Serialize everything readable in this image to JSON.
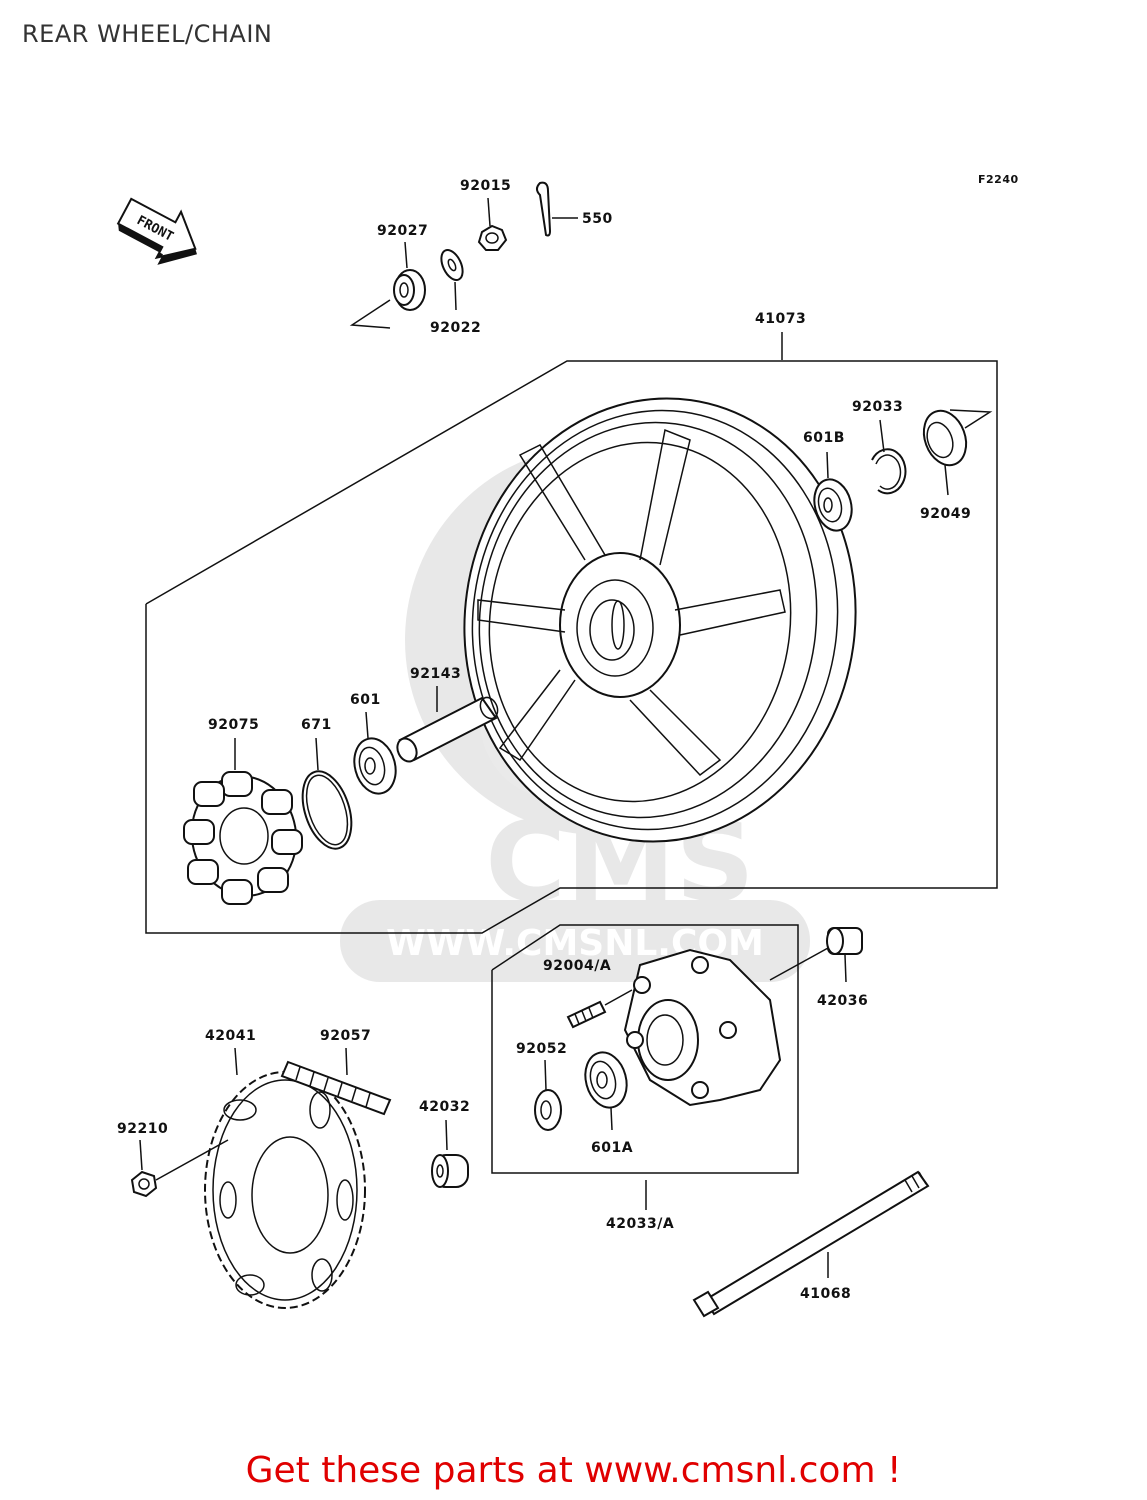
{
  "title": "REAR WHEEL/CHAIN",
  "figure_code": "F2240",
  "front_arrow_text": "FRONT",
  "watermark": {
    "brand": "CMS",
    "url": "WWW.CMSNL.COM"
  },
  "parts": {
    "p92015": "92015",
    "p550": "550",
    "p92027": "92027",
    "p92022": "92022",
    "p41073": "41073",
    "p92033": "92033",
    "p601B": "601B",
    "p92049": "92049",
    "p92143": "92143",
    "p601": "601",
    "p671": "671",
    "p92075": "92075",
    "p92004A": "92004/A",
    "p42036": "42036",
    "p92052": "92052",
    "p601A": "601A",
    "p42041": "42041",
    "p92057": "92057",
    "p42032": "42032",
    "p92210": "92210",
    "p42033A": "42033/A",
    "p41068": "41068"
  },
  "footer": "Get these parts at www.cmsnl.com !",
  "colors": {
    "footer": "#e00000",
    "watermark": "#e6e6e6"
  }
}
